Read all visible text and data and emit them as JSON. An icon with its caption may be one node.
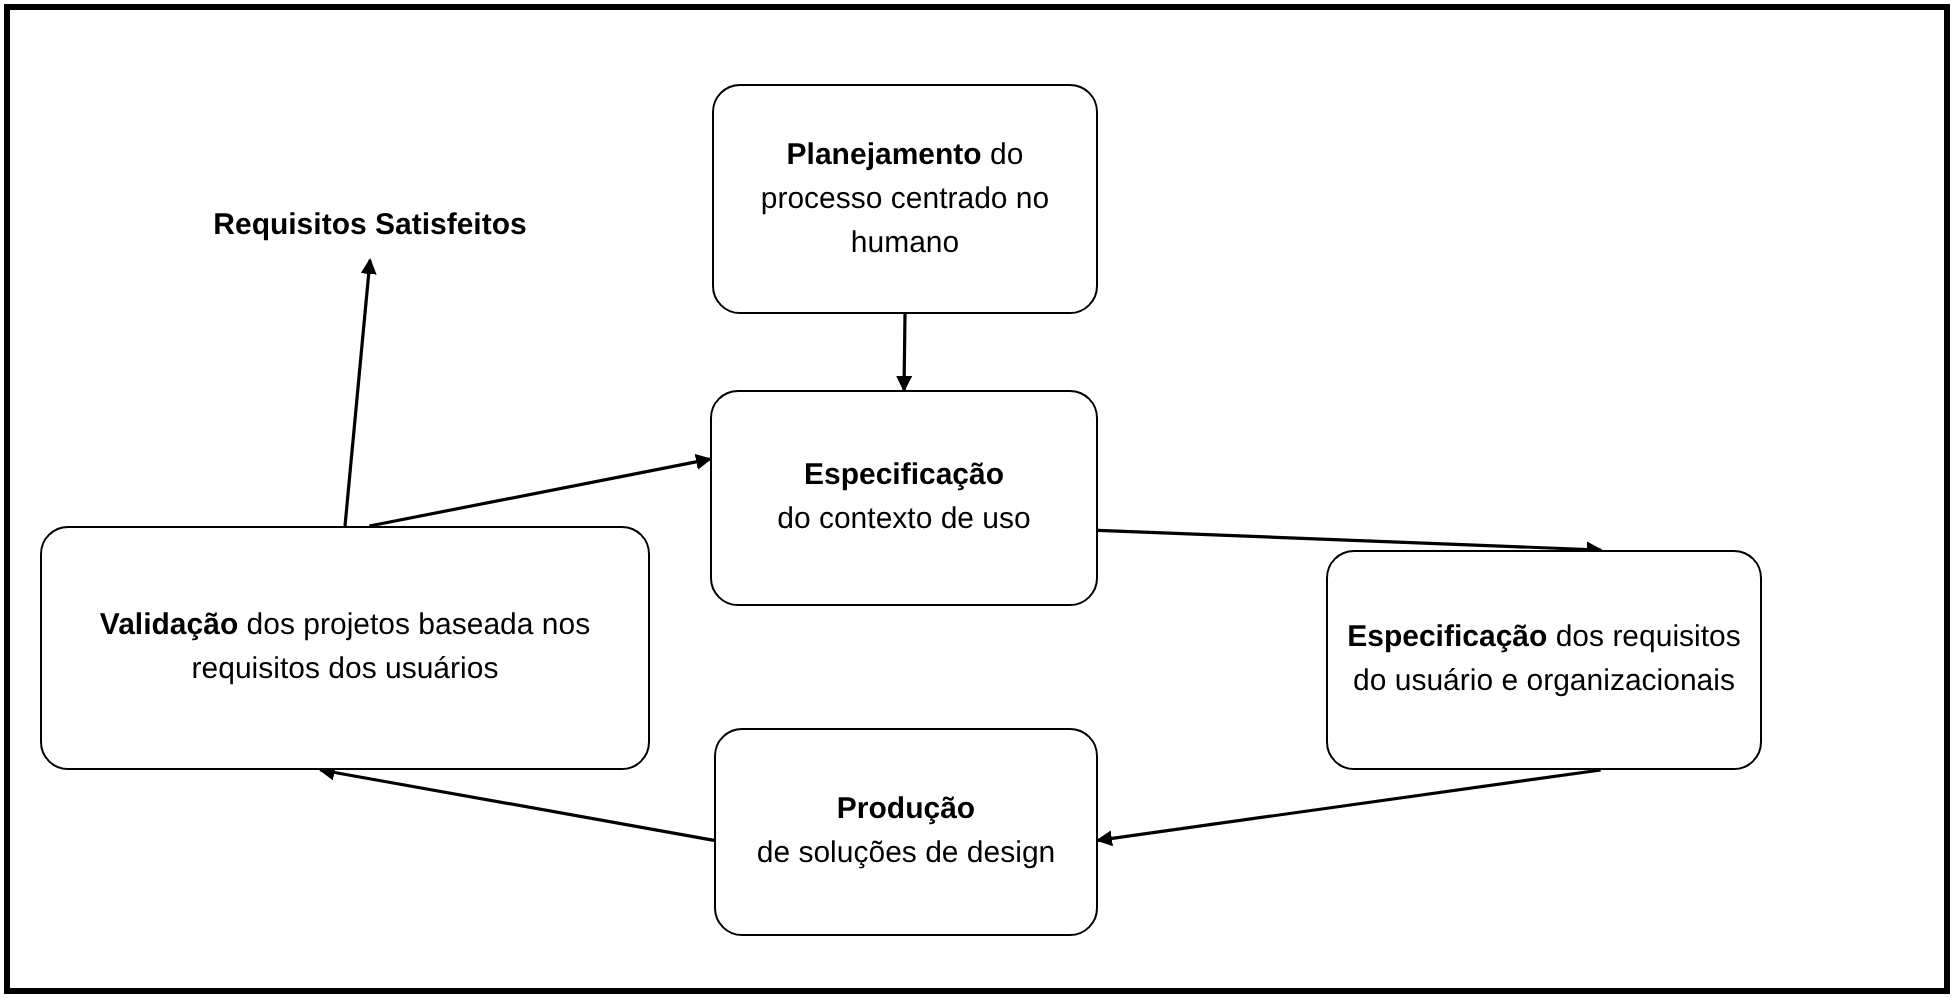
{
  "diagram": {
    "nodes": [
      {
        "text": [
          "**Planejamento** do processo centrado no humano"
        ]
      },
      {
        "text": [
          "Especificação",
          "do contexto de uso"
        ]
      },
      {
        "text": [
          "**Especificação** dos requisitos do usuário e organizacionais"
        ]
      },
      {
        "text": [
          "Produção",
          "de soluções de design"
        ]
      },
      {
        "text": [
          "**Validação** dos projetos baseada nos requisitos dos usuários"
        ]
      },
      {
        "text": [
          "Requisitos Satisfeitos"
        ]
      }
    ],
    "edges": [
      {
        "from": 0,
        "to": 1,
        "arrow": "to"
      },
      {
        "from": 1,
        "to": 2,
        "arrow": "to"
      },
      {
        "from": 4,
        "to": 1,
        "arrow": "to"
      },
      {
        "from": 4,
        "to": 5,
        "arrow": "to"
      },
      {
        "from": 2,
        "to": 3,
        "arrow": "to"
      },
      {
        "from": 3,
        "to": 4,
        "arrow": "to"
      }
    ]
  }
}
